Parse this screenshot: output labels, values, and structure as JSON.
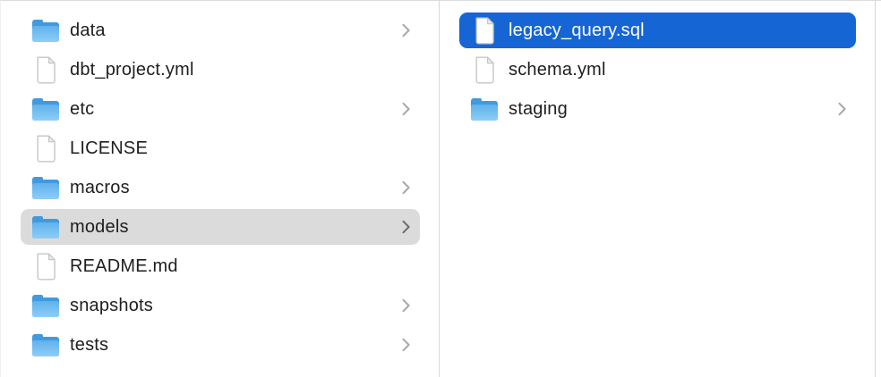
{
  "app": {
    "title": "Finder column view"
  },
  "colors": {
    "selection_blue": "#1565d4",
    "selection_gray": "#dbdbdb",
    "text": "#1e1e1e",
    "selected_text": "#ffffff",
    "divider": "#d6d6d6",
    "chevron": "#a8a8a8",
    "chevron_on_gray": "#6d6d6d",
    "folder_dark": "#419ade",
    "folder_mid": "#60b1ec",
    "folder_light": "#8dcef7",
    "file_outline": "#c6c6c6"
  },
  "columns": [
    {
      "items": [
        {
          "label": "data",
          "type": "folder",
          "has_children": true,
          "selected": false
        },
        {
          "label": "dbt_project.yml",
          "type": "file",
          "has_children": false,
          "selected": false
        },
        {
          "label": "etc",
          "type": "folder",
          "has_children": true,
          "selected": false
        },
        {
          "label": "LICENSE",
          "type": "file",
          "has_children": false,
          "selected": false
        },
        {
          "label": "macros",
          "type": "folder",
          "has_children": true,
          "selected": false
        },
        {
          "label": "models",
          "type": "folder",
          "has_children": true,
          "selected": true,
          "selection_style": "inactive-gray"
        },
        {
          "label": "README.md",
          "type": "file",
          "has_children": false,
          "selected": false
        },
        {
          "label": "snapshots",
          "type": "folder",
          "has_children": true,
          "selected": false
        },
        {
          "label": "tests",
          "type": "folder",
          "has_children": true,
          "selected": false
        }
      ]
    },
    {
      "items": [
        {
          "label": "legacy_query.sql",
          "type": "file",
          "has_children": false,
          "selected": true,
          "selection_style": "active-blue"
        },
        {
          "label": "schema.yml",
          "type": "file",
          "has_children": false,
          "selected": false
        },
        {
          "label": "staging",
          "type": "folder",
          "has_children": true,
          "selected": false
        }
      ]
    }
  ]
}
